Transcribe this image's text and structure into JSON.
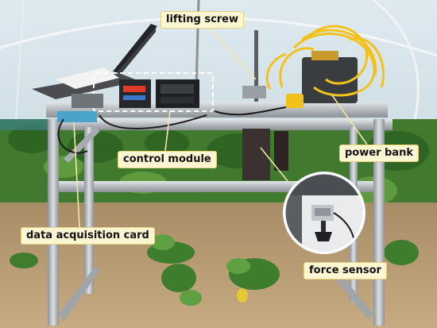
{
  "labels": {
    "lifting_screw": "lifting screw",
    "control_module": "control module",
    "power_bank": "power bank",
    "data_acquisition_card": "data acquisition card",
    "force_sensor": "force sensor"
  },
  "colors": {
    "label_background": "#fdf6d3",
    "frame_aluminum": "#b8bcc0",
    "soil": "#b89a72",
    "foliage": "#3f7a2e",
    "cable_yellow": "#f2c21b"
  }
}
